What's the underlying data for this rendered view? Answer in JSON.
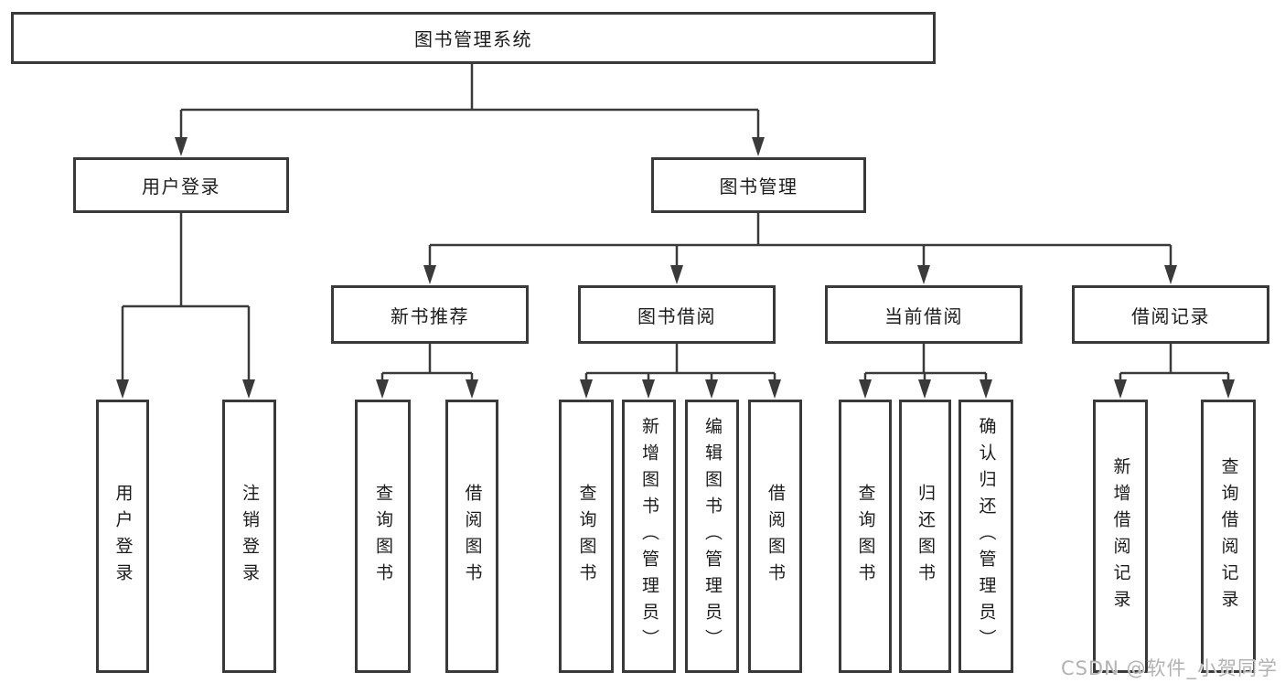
{
  "diagram_type": "hierarchy-tree",
  "tree": {
    "root": {
      "label": "图书管理系统",
      "children": [
        {
          "label": "用户登录",
          "children": [
            {
              "label": "用户登录"
            },
            {
              "label": "注销登录"
            }
          ]
        },
        {
          "label": "图书管理",
          "children": [
            {
              "label": "新书推荐",
              "children": [
                {
                  "label": "查询图书"
                },
                {
                  "label": "借阅图书"
                }
              ]
            },
            {
              "label": "图书借阅",
              "children": [
                {
                  "label": "查询图书"
                },
                {
                  "label": "新增图书（管理员）"
                },
                {
                  "label": "编辑图书（管理员）"
                },
                {
                  "label": "借阅图书"
                }
              ]
            },
            {
              "label": "当前借阅",
              "children": [
                {
                  "label": "查询图书"
                },
                {
                  "label": "归还图书"
                },
                {
                  "label": "确认归还（管理员）"
                }
              ]
            },
            {
              "label": "借阅记录",
              "children": [
                {
                  "label": "新增借阅记录"
                },
                {
                  "label": "查询借阅记录"
                }
              ]
            }
          ]
        }
      ]
    }
  },
  "watermark": {
    "text": "CSDN @软件_小贺同学"
  },
  "colors": {
    "line": "#3a3a3a",
    "box_border": "#3a3a3a",
    "text": "#1c1c1c",
    "watermark": "#b2b2b2",
    "background": "#ffffff"
  }
}
